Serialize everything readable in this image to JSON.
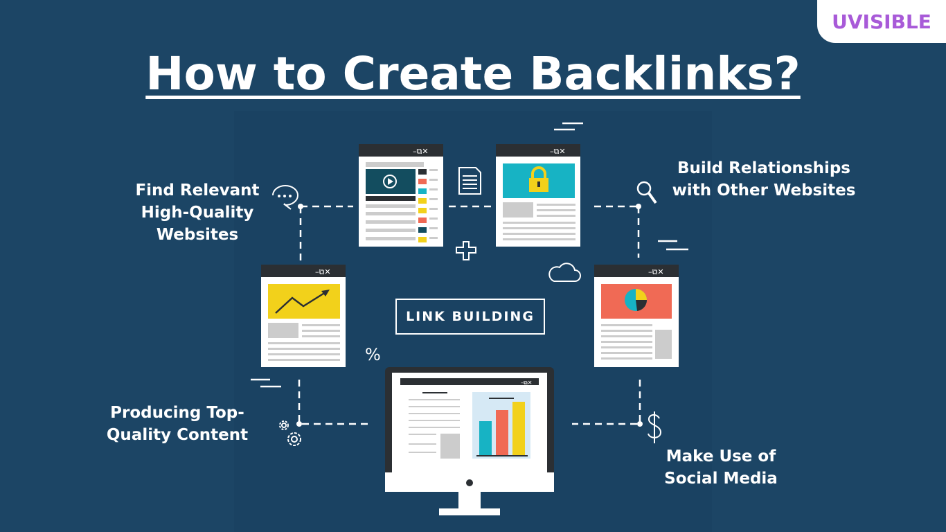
{
  "brand": {
    "name": "UVISIBLE",
    "color": "#a85ad8"
  },
  "title": "How to Create Backlinks?",
  "center_label": "LINK BUILDING",
  "steps": {
    "find": "Find Relevant\nHigh-Quality\nWebsites",
    "build": "Build Relationships\nwith Other Websites",
    "produce": "Producing Top-\nQuality Content",
    "social": "Make Use of\nSocial Media"
  },
  "icons": {
    "find": "chat-bubble-icon",
    "build": "magnifier-icon",
    "produce": "gears-icon",
    "social": "dollar-icon",
    "decor": [
      "document-icon",
      "plus-icon",
      "cloud-icon",
      "percent-icon",
      "lock-icon",
      "play-icon",
      "trend-arrow-icon",
      "pie-chart-icon"
    ]
  },
  "percent_glyph": "%",
  "window_controls": "–⧉✕",
  "colors": {
    "background": "#1c4565",
    "white": "#ffffff",
    "window_bar": "#2b2f33",
    "teal": "#17b3c4",
    "yellow": "#f2d11b",
    "salmon": "#f06a55",
    "orange": "#f06a3a",
    "gray": "#cccccc",
    "dark_teal": "#134d5f"
  }
}
